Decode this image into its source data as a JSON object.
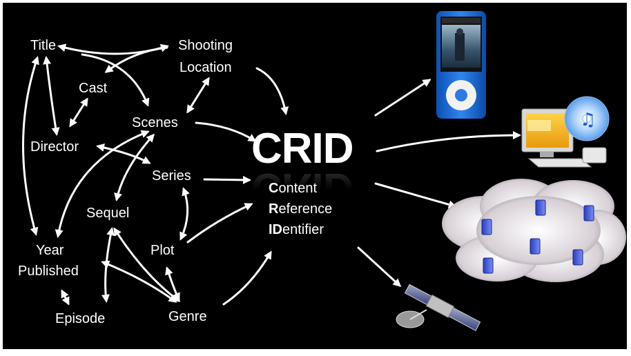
{
  "nodes": {
    "title": "Title",
    "shooting_location_1": "Shooting",
    "shooting_location_2": "Location",
    "cast": "Cast",
    "scenes": "Scenes",
    "director": "Director",
    "series": "Series",
    "sequel": "Sequel",
    "year_published_1": "Year",
    "year_published_2": "Published",
    "plot": "Plot",
    "episode": "Episode",
    "genre": "Genre"
  },
  "crid": {
    "acronym": "CRID",
    "line1_initial": "C",
    "line1_rest": "ontent",
    "line2_initial": "R",
    "line2_rest": "eference",
    "line3_initial": "ID",
    "line3_rest": "entifier"
  },
  "targets": {
    "ipod": "ipod-icon",
    "computer": "computer-with-itunes-icon",
    "cloud": "server-cloud-icon",
    "satellite": "satellite-icon"
  },
  "colors": {
    "background": "#000000",
    "text": "#ffffff",
    "ipod_blue": "#1f6fd6",
    "itunes_blue": "#3a8fe0",
    "monitor_yellow": "#f2b21a"
  }
}
